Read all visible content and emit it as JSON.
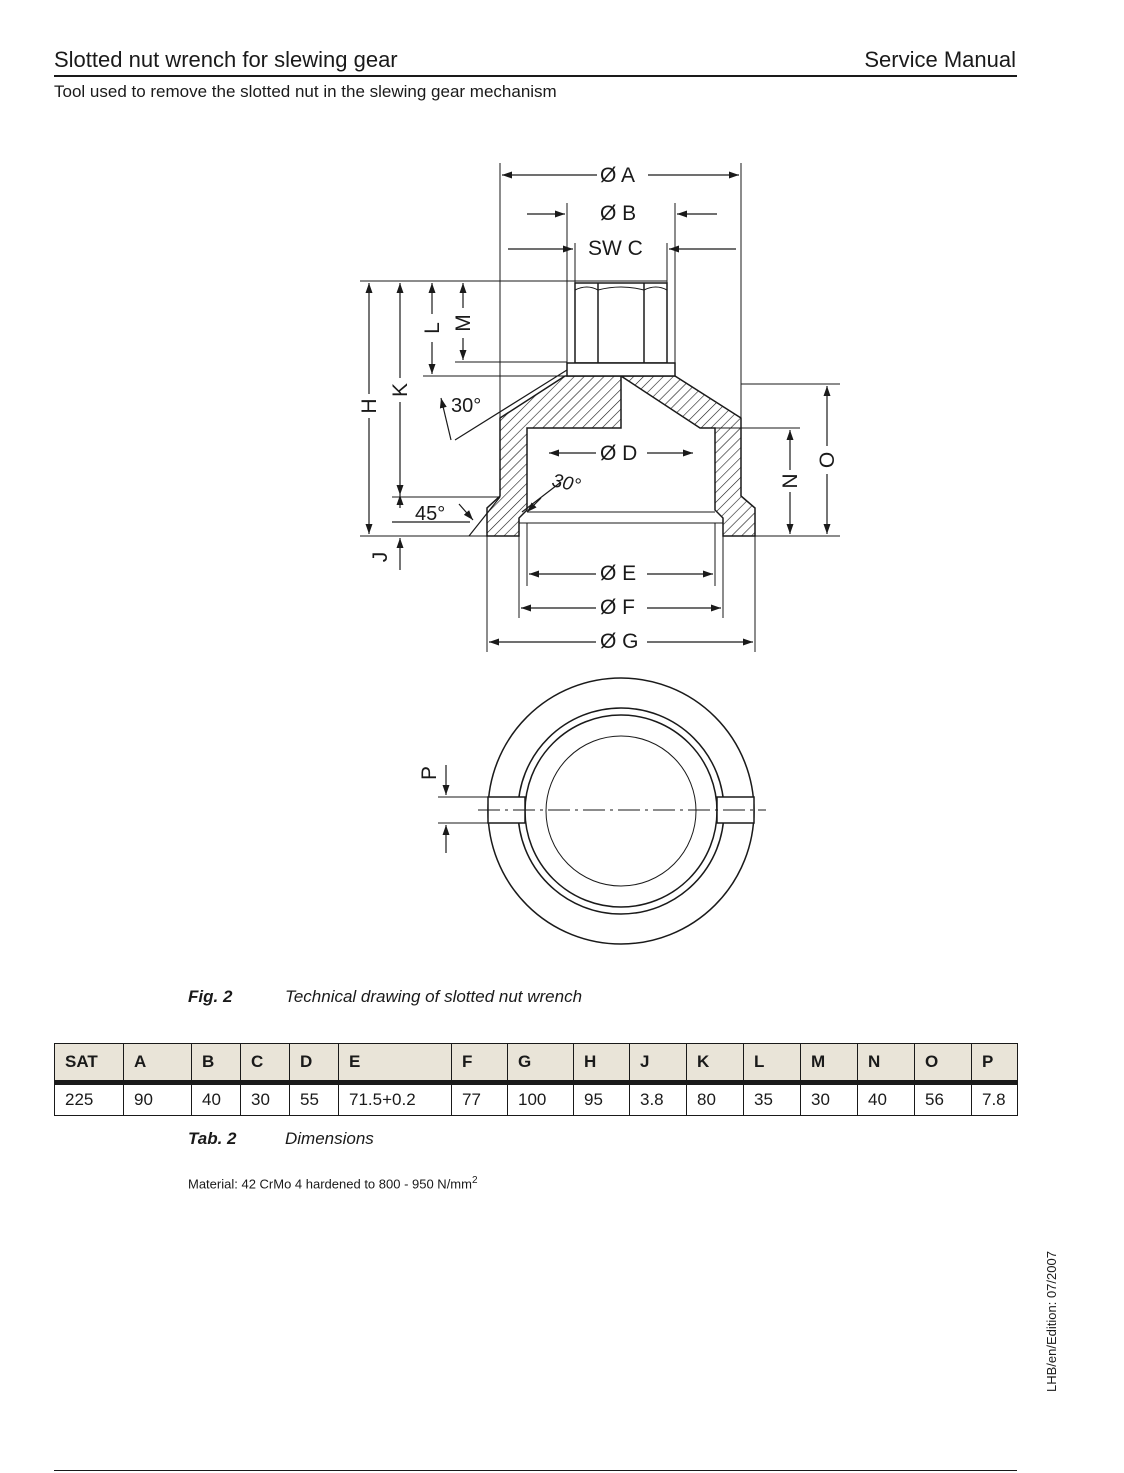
{
  "header": {
    "title": "Slotted nut wrench for slewing gear",
    "manual": "Service Manual",
    "subtitle": "Tool used to remove the slotted nut in the slewing gear mechanism"
  },
  "drawing": {
    "dim_A": "Ø A",
    "dim_B": "Ø B",
    "dim_C": "SW C",
    "dim_D": "Ø D",
    "dim_E": "Ø E",
    "dim_F": "Ø F",
    "dim_G": "Ø G",
    "dim_H": "H",
    "dim_J": "J",
    "dim_K": "K",
    "dim_L": "L",
    "dim_M": "M",
    "dim_N": "N",
    "dim_O": "O",
    "dim_P": "P",
    "angle_30_outer": "30°",
    "angle_30_inner": "30°",
    "angle_45": "45°"
  },
  "figure": {
    "label": "Fig. 2",
    "caption": "Technical drawing of slotted nut wrench"
  },
  "table": {
    "headers": [
      "SAT",
      "A",
      "B",
      "C",
      "D",
      "E",
      "F",
      "G",
      "H",
      "J",
      "K",
      "L",
      "M",
      "N",
      "O",
      "P"
    ],
    "rows": [
      [
        "225",
        "90",
        "40",
        "30",
        "55",
        "71.5+0.2",
        "77",
        "100",
        "95",
        "3.8",
        "80",
        "35",
        "30",
        "40",
        "56",
        "7.8"
      ]
    ],
    "label": "Tab. 2",
    "caption": "Dimensions"
  },
  "material": {
    "text": "Material: 42 CrMo 4 hardened to 800 - 950 N/mm",
    "superscript": "2"
  },
  "edition": "LHB/en/Edition: 07/2007"
}
